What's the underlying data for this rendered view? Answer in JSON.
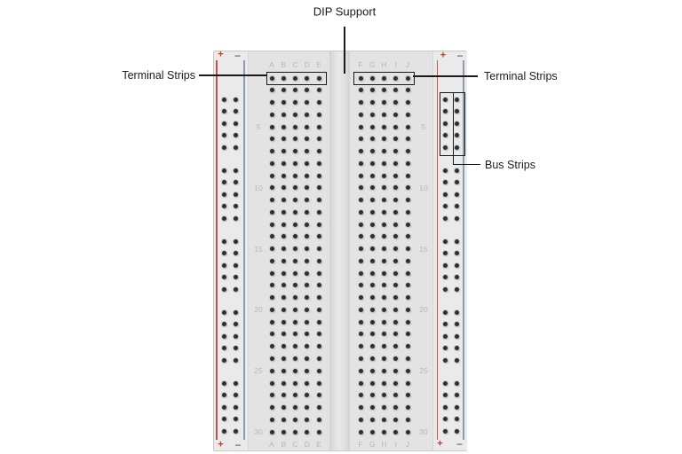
{
  "diagram": {
    "labels": {
      "dip_support": "DIP Support",
      "terminal_left": "Terminal Strips",
      "terminal_right": "Terminal Strips",
      "bus_strips": "Bus Strips"
    },
    "board": {
      "column_letters_left": [
        "A",
        "B",
        "C",
        "D",
        "E"
      ],
      "column_letters_right": [
        "F",
        "G",
        "H",
        "I",
        "J"
      ],
      "row_numbers": [
        5,
        10,
        15,
        20,
        25,
        30
      ],
      "row_count": 30,
      "rail_plus": "+",
      "rail_minus": "−",
      "rail_groups_per_column": 5,
      "rail_dots_per_group": 5
    },
    "colors": {
      "board": "#e3e3e3",
      "rail_strip": "#eaeaea",
      "dot": "#2e2e2e",
      "red_rail_line": "#c4534f",
      "blue_rail_line": "#8d9db1",
      "plus_marker": "#c23b2e",
      "minus_marker": "#6e7f91",
      "board_text": "#b7b7b7",
      "annotation": "#1a1a1a"
    }
  }
}
